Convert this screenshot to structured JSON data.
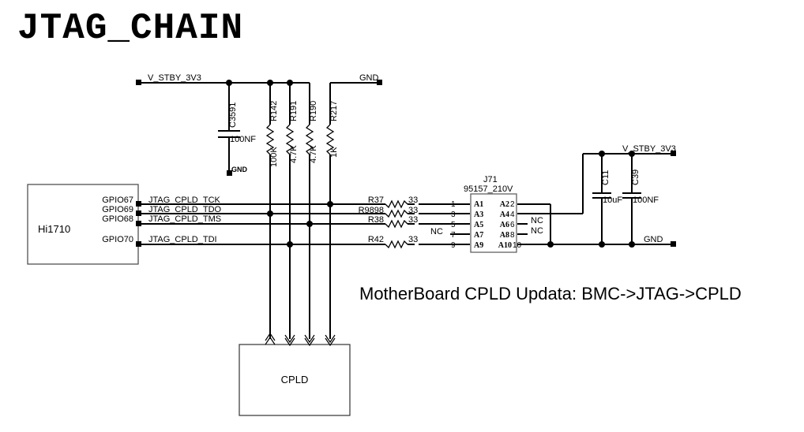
{
  "title": "JTAG_CHAIN",
  "caption": "MotherBoard CPLD Updata: BMC->JTAG->CPLD",
  "power_nets": {
    "vstby_left": "V_STBY_3V3",
    "vstby_right": "V_STBY_3V3",
    "gnd_top": "GND",
    "gnd_cap": "GND",
    "gnd_right": "GND"
  },
  "chips": {
    "bmc": {
      "name": "Hi1710"
    },
    "cpld": {
      "name": "CPLD"
    }
  },
  "bmc_pins": [
    {
      "pin": "GPIO67",
      "net": "JTAG_CPLD_TCK"
    },
    {
      "pin": "GPIO69",
      "net": "JTAG_CPLD_TDO"
    },
    {
      "pin": "GPIO68",
      "net": "JTAG_CPLD_TMS"
    },
    {
      "pin": "GPIO70",
      "net": "JTAG_CPLD_TDI"
    }
  ],
  "pull_resistors": [
    {
      "ref": "R142",
      "value": "100K"
    },
    {
      "ref": "R191",
      "value": "4.7K"
    },
    {
      "ref": "R190",
      "value": "4.7K"
    },
    {
      "ref": "R217",
      "value": "1K"
    }
  ],
  "decoupling": [
    {
      "ref": "C3591",
      "value": "100NF"
    },
    {
      "ref": "C11",
      "value": "10uF"
    },
    {
      "ref": "C39",
      "value": "100NF"
    }
  ],
  "series_resistors": [
    {
      "ref": "R37",
      "value": "33"
    },
    {
      "ref": "R9898",
      "value": "33"
    },
    {
      "ref": "R38",
      "value": "33"
    },
    {
      "ref": "R42",
      "value": "33"
    }
  ],
  "connector": {
    "ref": "J71",
    "part": "95157_210V",
    "left_pins": [
      {
        "num": "1",
        "name": "A1"
      },
      {
        "num": "3",
        "name": "A3"
      },
      {
        "num": "5",
        "name": "A5"
      },
      {
        "num": "7",
        "name": "A7"
      },
      {
        "num": "9",
        "name": "A9"
      }
    ],
    "right_pins": [
      {
        "num": "2",
        "name": "A2"
      },
      {
        "num": "4",
        "name": "A4"
      },
      {
        "num": "6",
        "name": "A6"
      },
      {
        "num": "8",
        "name": "A8"
      },
      {
        "num": "10",
        "name": "A10"
      }
    ],
    "nc_label": "NC"
  }
}
